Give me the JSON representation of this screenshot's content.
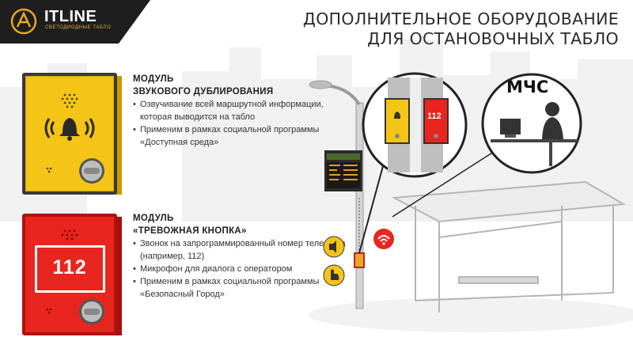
{
  "logo": {
    "name": "ITLINE",
    "tagline": "СВЕТОДИОДНЫЕ ТАБЛО"
  },
  "header": {
    "title_line1": "ДОПОЛНИТЕЛЬНОЕ ОБОРУДОВАНИЕ",
    "title_line2": "ДЛЯ ОСТАНОВОЧНЫХ ТАБЛО"
  },
  "modules": [
    {
      "title_line1": "МОДУЛЬ",
      "title_line2": "ЗВУКОВОГО ДУБЛИРОВАНИЯ",
      "bullets": [
        "Озвучивание всей маршрутной информации, которая выводится на табло",
        "Применим в рамках социальной программы «Доступная среда»"
      ]
    },
    {
      "title_line1": "МОДУЛЬ",
      "title_line2": "«ТРЕВОЖНАЯ КНОПКА»",
      "bullets": [
        "Звонок на запрограммированный номер телефона (например, 112)",
        "Микрофон для диалога с оператором",
        "Применим в рамках социальной программы «Безопасный Город»"
      ]
    }
  ],
  "devices": {
    "alarm_number": "112"
  },
  "scene": {
    "callout_label": "МЧС",
    "mini_number": "112"
  },
  "colors": {
    "yellow": "#f4c416",
    "red": "#e8251e",
    "dark": "#1e1e1e",
    "accent_orange": "#e9a825"
  }
}
